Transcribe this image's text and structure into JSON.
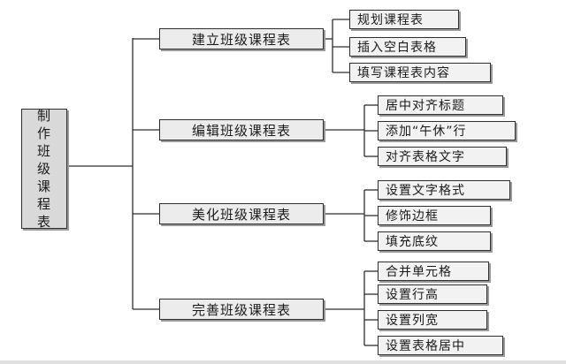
{
  "diagram": {
    "root": "制作班级课程表",
    "branches": [
      {
        "label": "建立班级课程表",
        "children": [
          "规划课程表",
          "插入空白表格",
          "填写课程表内容"
        ]
      },
      {
        "label": "编辑班级课程表",
        "children": [
          "居中对齐标题",
          "添加“午休”行",
          "对齐表格文字"
        ]
      },
      {
        "label": "美化班级课程表",
        "children": [
          "设置文字格式",
          "修饰边框",
          "填充底纹"
        ]
      },
      {
        "label": "完善班级课程表",
        "children": [
          "合并单元格",
          "设置行高",
          "设置列宽",
          "设置表格居中"
        ]
      }
    ]
  },
  "colors": {
    "line": "#2e2e2e",
    "box_fill": "#ececec",
    "root_fill": "#d9d9d9"
  }
}
